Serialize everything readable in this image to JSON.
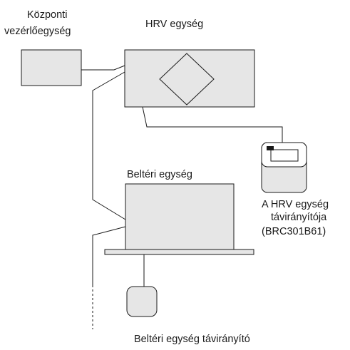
{
  "labels": {
    "central_controller": [
      "Központi",
      "vezérlőegység"
    ],
    "hrv_unit": "HRV egység",
    "indoor_unit": "Beltéri egység",
    "hrv_remote": [
      "A HRV egység",
      "távirányítója",
      "(BRC301B61)"
    ],
    "indoor_remote": "Beltéri egység távirányító"
  },
  "colors": {
    "box_fill": "#e6e6e6",
    "stroke": "#1a1a1a"
  }
}
